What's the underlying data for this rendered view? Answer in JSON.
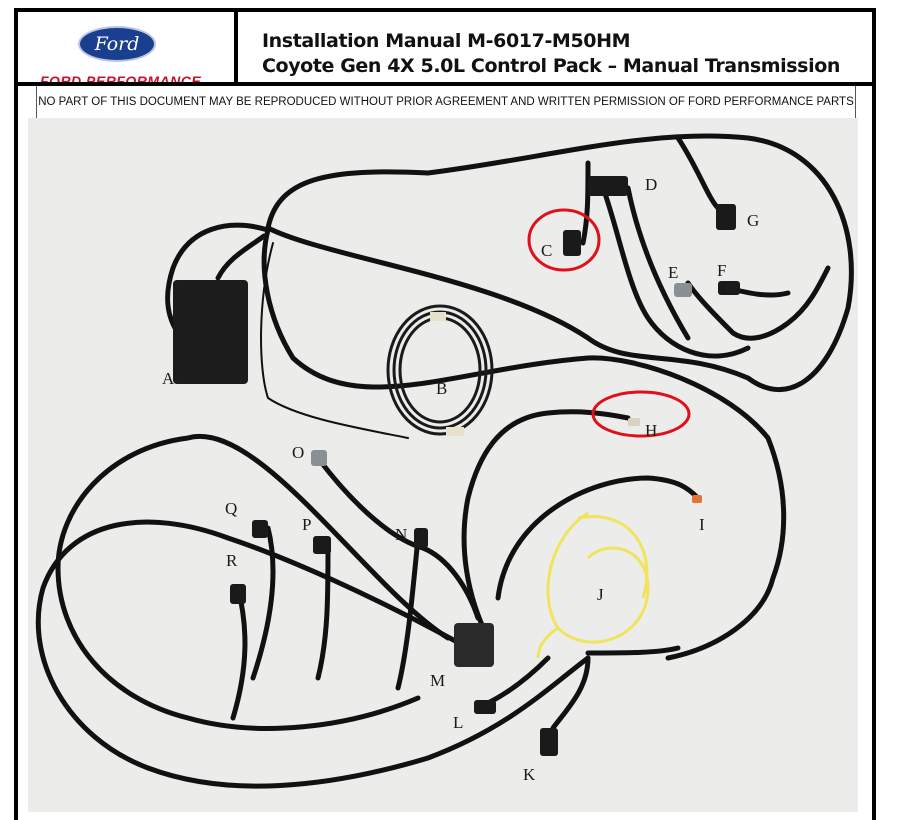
{
  "header": {
    "brand_logo_text": "Ford",
    "brand_sub_text": "FORD PERFORMANCE",
    "title_line1": "Installation Manual  M-6017-M50HM",
    "title_line2": "Coyote Gen 4X 5.0L Control Pack – Manual Transmission"
  },
  "notice": {
    "text": "NO PART OF THIS DOCUMENT MAY BE REPRODUCED WITHOUT PRIOR AGREEMENT AND WRITTEN PERMISSION OF FORD PERFORMANCE PARTS"
  },
  "figure": {
    "connector_labels": [
      "A",
      "B",
      "C",
      "D",
      "E",
      "F",
      "G",
      "H",
      "I",
      "J",
      "K",
      "L",
      "M",
      "N",
      "O",
      "P",
      "Q",
      "R"
    ],
    "highlighted_labels": [
      "C",
      "H"
    ],
    "highlight_color": "#e0101a",
    "cable_color": "#111111",
    "loom_j_color": "#f2e35c",
    "connector_e_color": "#8a8f94",
    "connector_i_tip_color": "#e8733a"
  }
}
